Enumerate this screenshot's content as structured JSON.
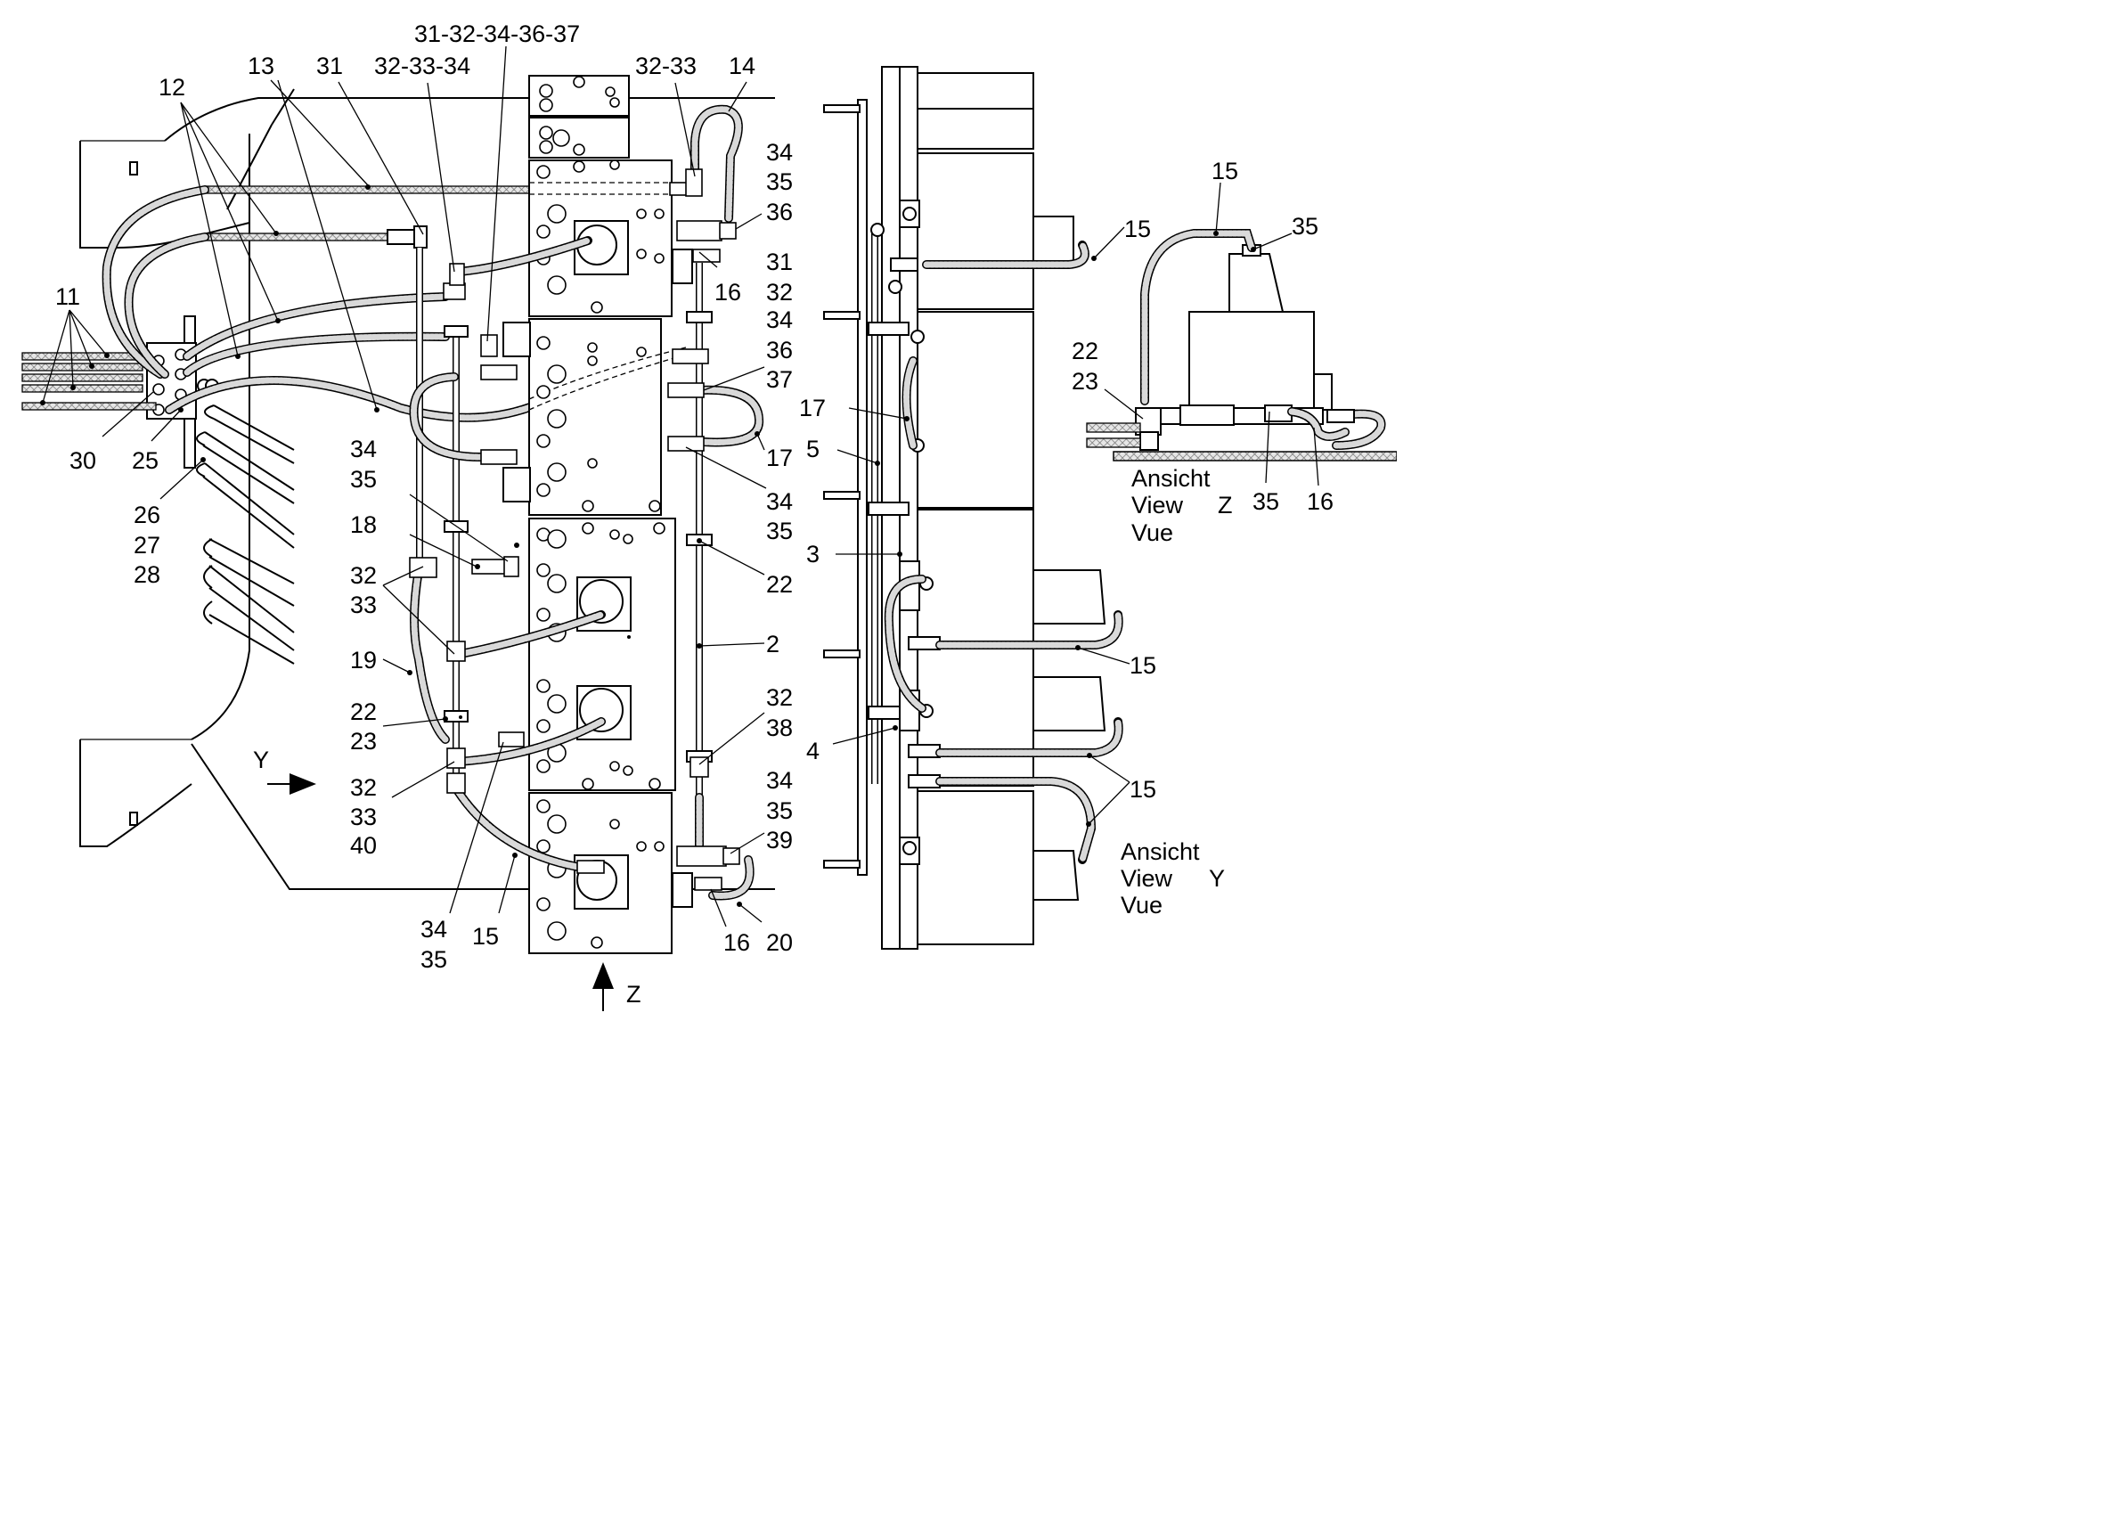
{
  "labels": {
    "front": [
      {
        "t": "31-32-34-36-37"
      },
      {
        "t": "13"
      },
      {
        "t": "31"
      },
      {
        "t": "32-33-34"
      },
      {
        "t": "32-33"
      },
      {
        "t": "14"
      },
      {
        "t": "12"
      },
      {
        "t": "34"
      },
      {
        "t": "35"
      },
      {
        "t": "36"
      },
      {
        "t": "31"
      },
      {
        "t": "16"
      },
      {
        "t": "32"
      },
      {
        "t": "11"
      },
      {
        "t": "34"
      },
      {
        "t": "36"
      },
      {
        "t": "37"
      },
      {
        "t": "17"
      },
      {
        "t": "30"
      },
      {
        "t": "25"
      },
      {
        "t": "26"
      },
      {
        "t": "27"
      },
      {
        "t": "28"
      },
      {
        "t": "34"
      },
      {
        "t": "35"
      },
      {
        "t": "34"
      },
      {
        "t": "35"
      },
      {
        "t": "18"
      },
      {
        "t": "22"
      },
      {
        "t": "32"
      },
      {
        "t": "33"
      },
      {
        "t": "2"
      },
      {
        "t": "19"
      },
      {
        "t": "22"
      },
      {
        "t": "23"
      },
      {
        "t": "32"
      },
      {
        "t": "38"
      },
      {
        "t": "Y"
      },
      {
        "t": "32"
      },
      {
        "t": "33"
      },
      {
        "t": "40"
      },
      {
        "t": "34"
      },
      {
        "t": "35"
      },
      {
        "t": "39"
      },
      {
        "t": "34"
      },
      {
        "t": "35"
      },
      {
        "t": "15"
      },
      {
        "t": "16"
      },
      {
        "t": "20"
      },
      {
        "t": "Z"
      }
    ],
    "side": [
      {
        "t": "17"
      },
      {
        "t": "5"
      },
      {
        "t": "3"
      },
      {
        "t": "4"
      },
      {
        "t": "15"
      },
      {
        "t": "15"
      },
      {
        "t": "15"
      },
      {
        "t": "Ansicht"
      },
      {
        "t": "View"
      },
      {
        "t": "Y"
      },
      {
        "t": "Vue"
      }
    ],
    "detail": [
      {
        "t": "15"
      },
      {
        "t": "15"
      },
      {
        "t": "35"
      },
      {
        "t": "22"
      },
      {
        "t": "23"
      },
      {
        "t": "Ansicht"
      },
      {
        "t": "View"
      },
      {
        "t": "Z"
      },
      {
        "t": "Vue"
      },
      {
        "t": "35"
      },
      {
        "t": "16"
      }
    ]
  }
}
